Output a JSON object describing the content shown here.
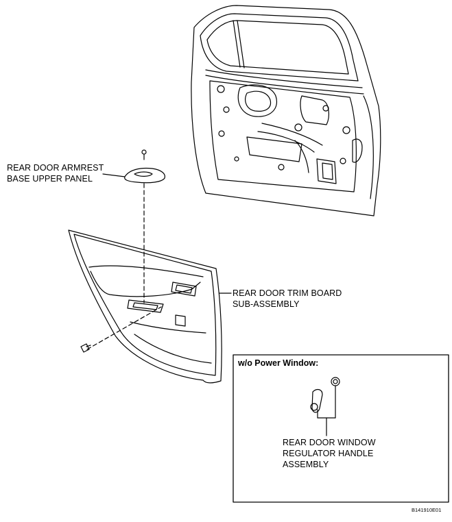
{
  "labels": {
    "armrest_line1": "REAR DOOR ARMREST",
    "armrest_line2": "BASE UPPER PANEL",
    "trim_line1": "REAR DOOR TRIM BOARD",
    "trim_line2": "SUB-ASSEMBLY",
    "handle_line1": "REAR DOOR WINDOW",
    "handle_line2": "REGULATOR HANDLE",
    "handle_line3": "ASSEMBLY"
  },
  "inset": {
    "title": "w/o Power Window:"
  },
  "figure_id": "B141910E01",
  "colors": {
    "line": "#000000",
    "background": "#ffffff"
  }
}
